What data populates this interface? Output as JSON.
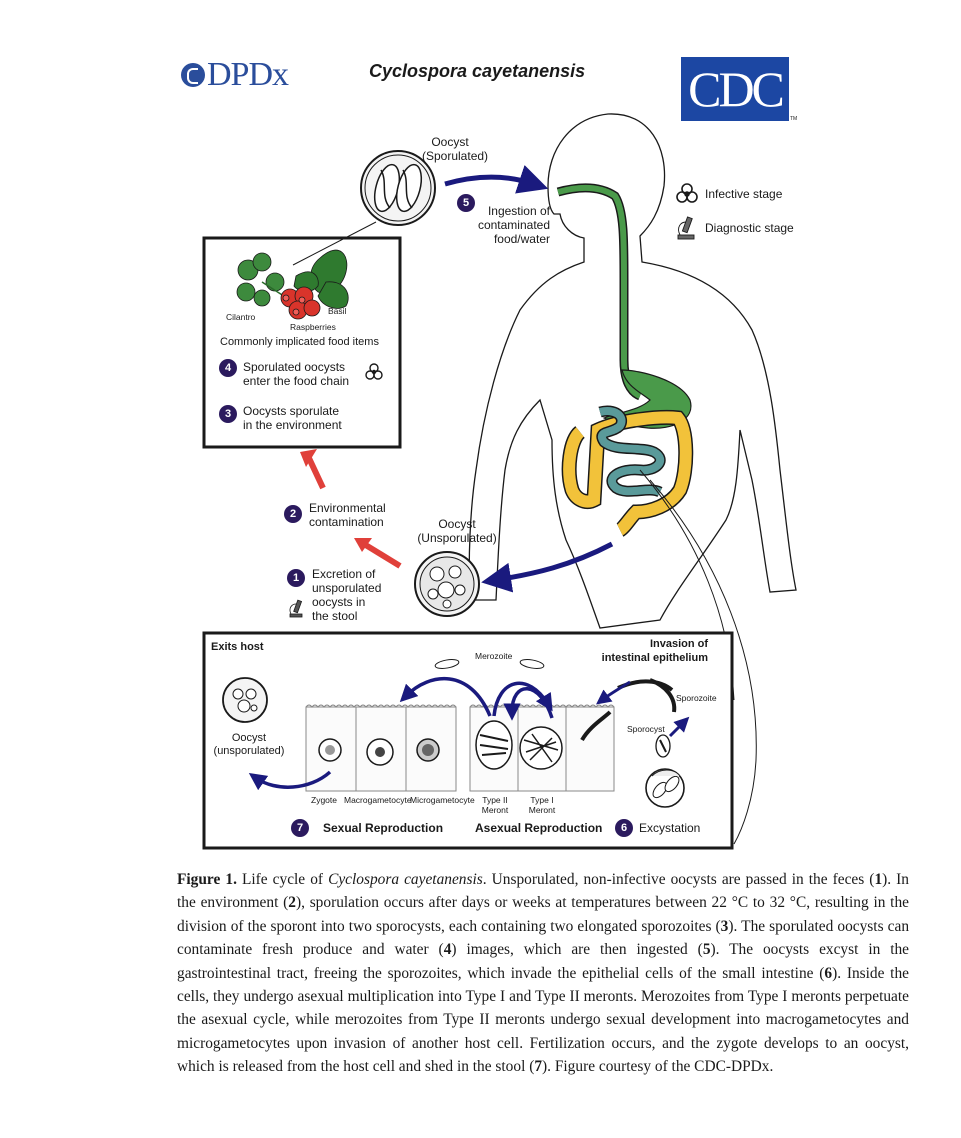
{
  "header": {
    "dpdx_logo": "DPDx",
    "title": "Cyclospora cayetanensis",
    "cdc_logo": "CDC",
    "trademark": "TM"
  },
  "legend": {
    "infective": "Infective stage",
    "diagnostic": "Diagnostic stage"
  },
  "diagram": {
    "oocyst_sporulated": [
      "Oocyst",
      "(Sporulated)"
    ],
    "step5": {
      "num": "5",
      "text": [
        "Ingestion of",
        "contaminated",
        "food/water"
      ]
    },
    "food_items": {
      "cilantro": "Cilantro",
      "basil": "Basil",
      "raspberries": "Raspberries",
      "caption": "Commonly implicated food items"
    },
    "step4": {
      "num": "4",
      "text": [
        "Sporulated oocysts",
        "enter the food chain"
      ]
    },
    "step3": {
      "num": "3",
      "text": [
        "Oocysts sporulate",
        "in the environment"
      ]
    },
    "step2": {
      "num": "2",
      "text": [
        "Environmental",
        "contamination"
      ]
    },
    "oocyst_unsporulated": [
      "Oocyst",
      "(Unsporulated)"
    ],
    "step1": {
      "num": "1",
      "text": [
        "Excretion of",
        "unsporulated",
        "oocysts in",
        "the stool"
      ]
    },
    "lower_box": {
      "exits_host": "Exits host",
      "invasion": [
        "Invasion of",
        "intestinal epithelium"
      ],
      "merozoite": "Merozoite",
      "sporozoite": "Sporozoite",
      "sporocyst": "Sporocyst",
      "oocyst_unsporulated": [
        "Oocyst",
        "(unsporulated)"
      ],
      "cells": [
        "Zygote",
        "Macrogametocyte",
        "Microgametocyte"
      ],
      "type2": [
        "Type II",
        "Meront"
      ],
      "type1": [
        "Type I",
        "Meront"
      ],
      "step7": {
        "num": "7",
        "text": "Sexual Reproduction"
      },
      "asexual": "Asexual Reproduction",
      "step6": {
        "num": "6",
        "text": "Excystation"
      }
    }
  },
  "caption": {
    "label": "Figure 1.",
    "t1": " Life cycle of ",
    "species": "Cyclospora cayetanensis",
    "t2": ". Unsporulated, non-infective oocysts are passed in the feces (",
    "n1": "1",
    "t3": "). In the environment (",
    "n2": "2",
    "t4": "), sporulation occurs after days or weeks at temperatures between 22 °C to 32 °C, resulting in the division of the sporont into two sporocysts, each containing two elongated sporozoites (",
    "n3": "3",
    "t5": "). The sporulated oocysts can contaminate fresh produce and water (",
    "n4": "4",
    "t6": ") images, which are then ingested (",
    "n5": "5",
    "t7": "). The oocysts excyst in the gastrointestinal tract, freeing the sporozoites, which invade the epithelial cells of the small intestine (",
    "n6": "6",
    "t8": "). Inside the cells, they undergo asexual multiplication into Type I and Type II meronts. Merozoites from Type I meronts perpetuate the asexual cycle, while merozoites from Type II meronts undergo sexual development into macrogametocytes and microgametocytes upon invasion of another host cell. Fertilization occurs, and the zygote develops to an oocyst, which is released from the host cell and shed in the stool (",
    "n7": "7",
    "t9": "). Figure courtesy of the CDC-DPDx."
  }
}
